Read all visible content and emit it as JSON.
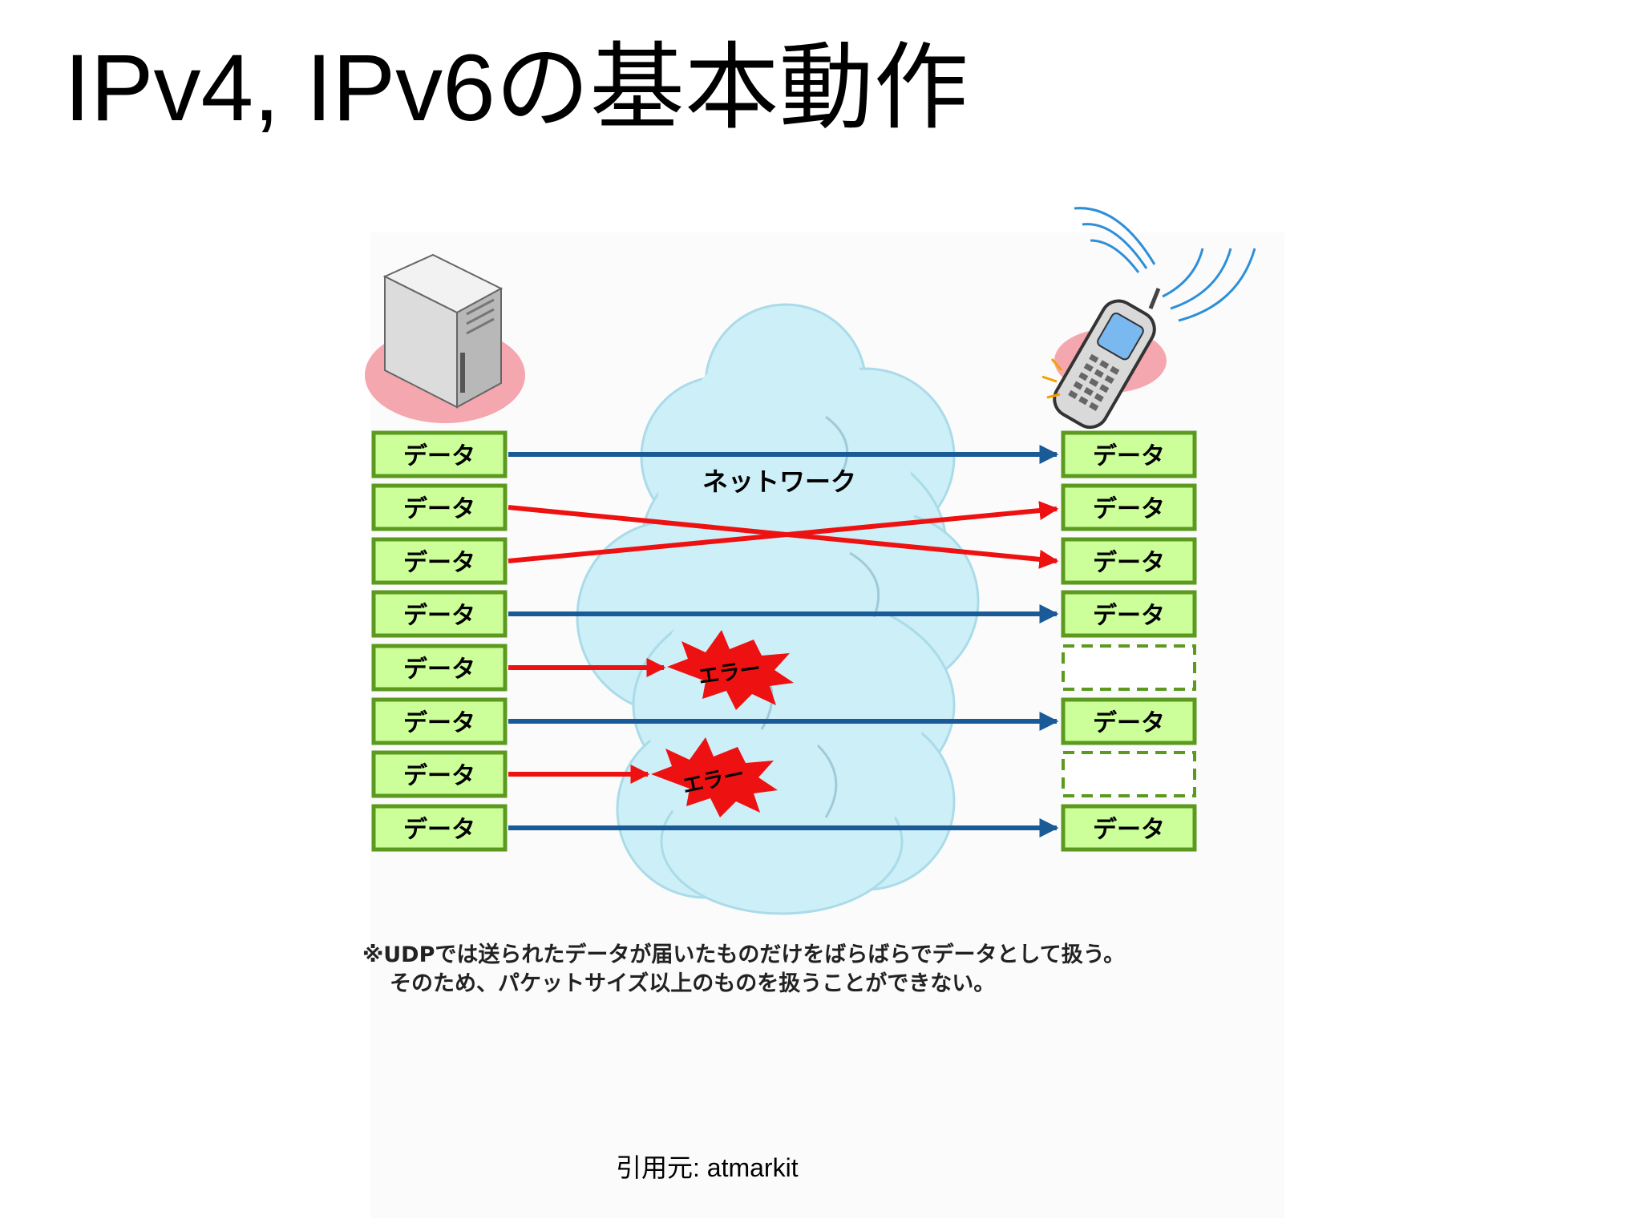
{
  "slide": {
    "title": "IPv4, IPv6の基本動作",
    "citation": "引用元: atmarkit"
  },
  "diagram": {
    "network_label": "ネットワーク",
    "error_label": "エラー",
    "note_line1": "※UDPでは送られたデータが届いたものだけをばらばらでデータとして扱う。",
    "note_line2": "そのため、パケットサイズ以上のものを扱うことができない。",
    "sender_packets": [
      "データ",
      "データ",
      "データ",
      "データ",
      "データ",
      "データ",
      "データ",
      "データ"
    ],
    "receiver_packets": [
      "データ",
      "データ",
      "データ",
      "データ",
      "",
      "データ",
      "",
      "データ"
    ],
    "colors": {
      "packet_fill": "#ccff99",
      "packet_border": "#5b9a1e",
      "arrow_ok": "#1a5a96",
      "arrow_swap_error": "#ee1111",
      "cloud": "#cdeff8"
    }
  }
}
